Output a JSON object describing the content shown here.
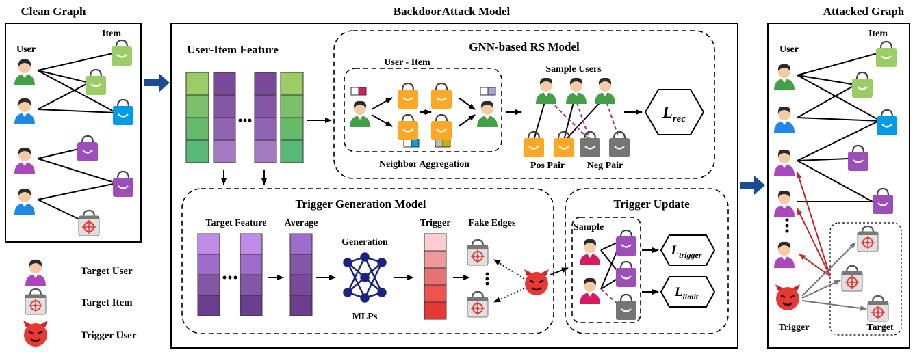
{
  "panels": {
    "clean": "Clean Graph",
    "model": "BackdoorAttack Model",
    "attacked": "Attacked Graph"
  },
  "clean_graph": {
    "user_label": "User",
    "item_label": "Item"
  },
  "attacked_graph": {
    "user_label": "User",
    "item_label": "Item",
    "trigger_label": "Trigger",
    "target_label": "Target"
  },
  "legend": [
    {
      "icon": "target-user-icon",
      "label": "Target User"
    },
    {
      "icon": "target-item-icon",
      "label": "Target Item"
    },
    {
      "icon": "trigger-user-icon",
      "label": "Trigger User"
    }
  ],
  "model": {
    "feature_title": "User-Item Feature",
    "gnn": {
      "title": "GNN-based RS Model",
      "pair_label": "User  -  Item",
      "aggregation_label": "Neighbor Aggregation",
      "sample_users": "Sample Users",
      "pos_pair": "Pos Pair",
      "neg_pair": "Neg Pair",
      "loss": {
        "base": "L",
        "sub": "rec"
      }
    },
    "trigger_gen": {
      "title": "Trigger Generation Model",
      "target_feature": "Target Feature",
      "average": "Average",
      "generation": "Generation",
      "mlps": "MLPs",
      "trigger": "Trigger",
      "fake_edges": "Fake Edges"
    },
    "trigger_update": {
      "title": "Trigger Update",
      "sample": "Sample",
      "loss_trigger": {
        "base": "L",
        "sub": "trigger"
      },
      "loss_limit": {
        "base": "L",
        "sub": "limit"
      }
    }
  },
  "colors": {
    "user_green": "#43a047",
    "user_blue": "#1e88e5",
    "user_purple": "#ab47bc",
    "user_pink": "#d81b60",
    "bag_lightgreen": "#9ccc65",
    "bag_blue": "#039be5",
    "bag_purple": "#9c4fb8",
    "bag_orange": "#ffa726",
    "bag_gray": "#757575",
    "devil": "#e53935",
    "feature_green": "#66bb6a",
    "feature_purple": "#8e5bb0",
    "trigger_red": "#ef5350",
    "arrow_blue": "#1a4d8f",
    "edge_red": "#c62828",
    "edge_gray": "#757575",
    "neg_dash": "#a0306a"
  }
}
